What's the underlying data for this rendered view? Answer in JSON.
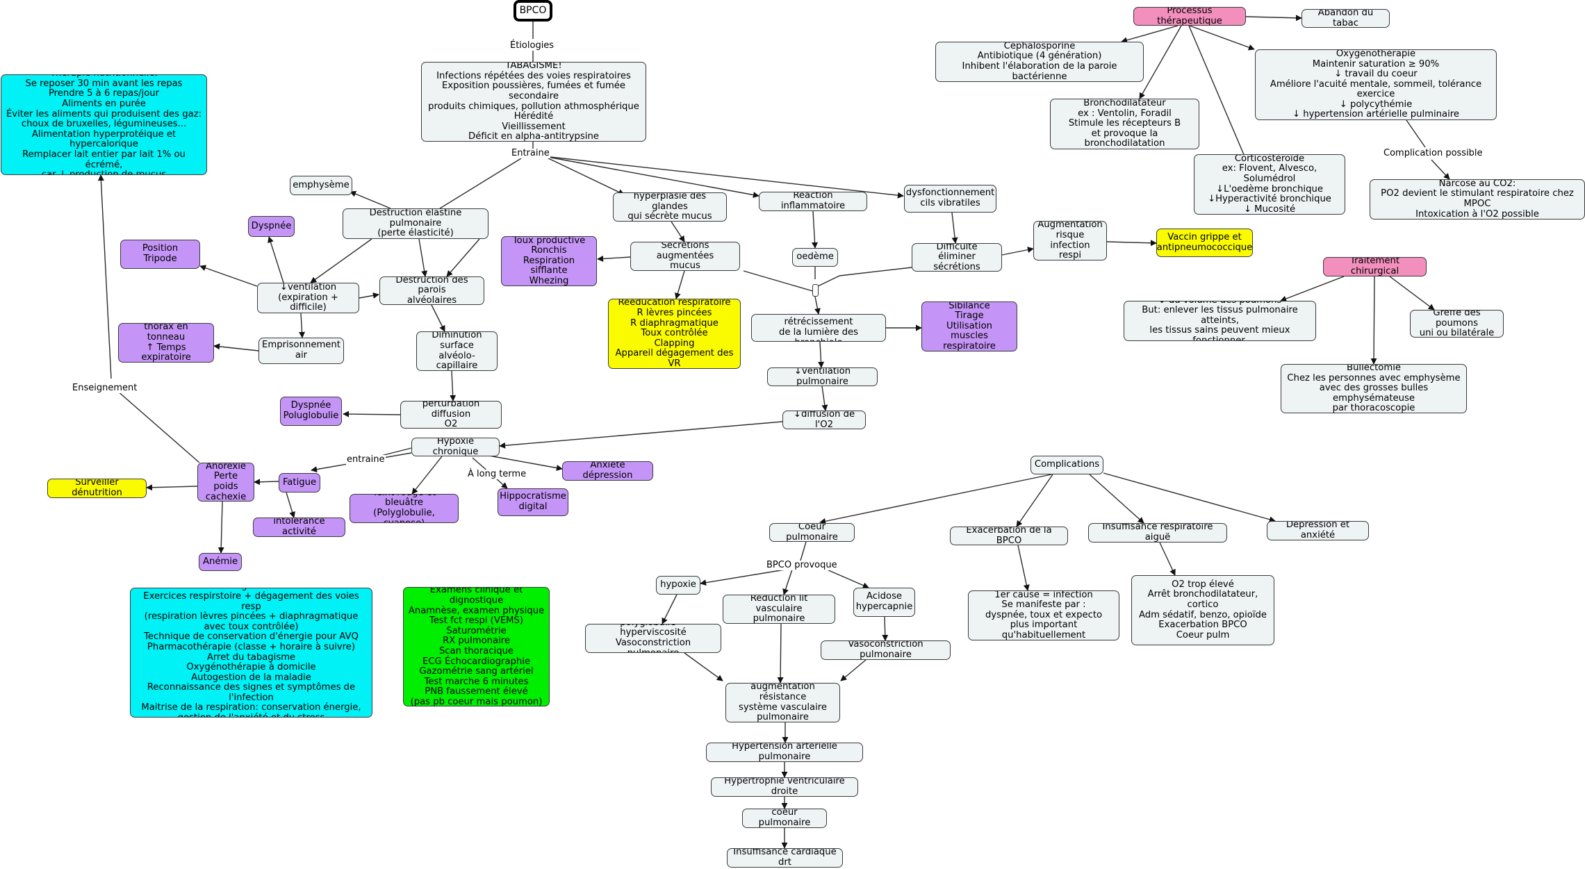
{
  "colors": {
    "node_default": "#eef3f4",
    "purple": "#c495f6",
    "cyan": "#00f2f6",
    "yellow": "#fbfb00",
    "green": "#00ee00",
    "pink": "#f28fbd",
    "line": "#2b2b2b"
  },
  "nodes": {
    "bpco": "BPCO",
    "tabagisme": "TABAGISME!\nInfections répétées des voies respiratoires\nExposition poussières, fumées et fumée secondaire\nproduits chimiques, pollution athmosphérique\nHérédité\nVieillissement\nDéficit en alpha-antitrypsine",
    "therapie": "Thérapie nutritionnelle:\nSe reposer 30 min avant les repas\nPrendre 5 à 6 repas/jour\nAliments en purée\nÉviter les aliments qui produisent des gaz:\nchoux de bruxelles, légumineuses...\nAlimentation hyperprotéique et hypercalorique\nRemplacer lait entier par lait 1% ou écrémé,\ncar ↓ production de mucus",
    "emphyseme": "emphysème",
    "destruction_elastine": "Destruction élastine pulmonaire\n(perte élasticité)",
    "dyspnee": "Dyspnée",
    "position_tripode": "Position Tripode",
    "ventilation": "↓ventilation\n(expiration + difficile)",
    "destruction_parois": "Destruction des parois\nalvéolaires",
    "thorax": "thorax en\ntonneau\n↑ Temps expiratoire",
    "emprisonnement": "Emprisonnement\nair",
    "diminution": "Diminution\nsurface\nalvéolo-capillaire",
    "dyspnee_poly": "Dyspnée\nPoluglobulie",
    "perturbation": "perturbation diffusion\nO2",
    "hypoxie_chronique": "Hypoxie chronique",
    "anorexie": "Anorexie\nPerte poids\ncachexie",
    "fatigue": "Fatigue",
    "surveiller": "Surveiller dénutrition",
    "intolerance": "intolérance activité",
    "anemie": "Anémie",
    "teint": "Teint rouge et bleuâtre\n(Polyglobulie, cyanose)",
    "hippocratisme": "Hippocratisme\ndigital",
    "anxiete": "Anxiété dépression",
    "hyperplasie": "hyperplasie des glandes\nqui sécrète mucus",
    "reaction": "Réaction inflammatoire",
    "dysfonctionnement": "dysfonctionnement\ncils vibratiles",
    "toux": "Toux productive\nRonchis\nRespiration sifflante\nWhezing",
    "secretions": "Sécrétions augmentées\nmucus",
    "oedeme": "oedème",
    "difficulte": "Difficulté\néliminer sécrétions",
    "augmentation_risque": "Augmentation\nrisque\ninfection respi",
    "vaccin": "Vaccin grippe et\nantipneumococcique",
    "reeducation": "Rééducation respiratoire\nR lèvres pincées\nR diaphragmatique\nToux contrôlée\nClapping\nAppareil dégagement des VR",
    "obstruction": "Obstruction et rétrécissement\nde la lumière des bronchiole",
    "sibilance": "Sibilance\nTirage\nUtilisation\nmuscles respiratoire",
    "vent_pulm": "↓ventilation pulmonaire",
    "diffusion": "↓diffusion de l'O2",
    "processus": "Processus thérapeutique",
    "abandon": "Abandon du tabac",
    "cephalosporine": "Céphalosporine\nAntibiotique (4 génération)\nInhibent l'élaboration de la paroie bactérienne",
    "oxygeno": "Oxygénothérapie\nMaintenir saturation ≥ 90%\n↓ travail du coeur\nAméliore l'acuité mentale, sommeil, tolérance exercice\n↓ polycythémie\n↓ hypertension artérielle pulminaire",
    "broncho": "Bronchodilatateur\nex : Ventolin, Foradil\nStimule les récepteurs B\net provoque la bronchodilatation",
    "cortico": "Corticostéroïde\nex: Flovent, Alvesco, Solumédrol\n↓L'oedème bronchique\n↓Hyperactivité bronchique\n↓ Mucosité",
    "narcose": "Narcose au CO2:\nPO2 devient le stimulant respiratoire chez MPOC\nIntoxication à l'O2 possible",
    "chirurgical": "Traitement chirurgical",
    "volume": "↓ du volume des poumons\nBut: enlever les tissus pulmonaire atteints,\nles tissus sains peuvent mieux fonctionner.",
    "greffe": "Greffe des poumons\nuni ou bilatérale",
    "bullectomie": "Bullectomie\nChez les personnes avec emphysème\navec des grosses bulles emphysémateuse\npar thoracoscopie",
    "complications": "Complications",
    "coeur_pulm": "Coeur pulmonaire",
    "exacerbation": "Exacerbation de la BPCO",
    "insuffisance_aigue": "Insuffisance respiratoire aiguë",
    "depression": "Dépression et anxiété",
    "cause": "1er cause = infection\nSe manifeste par :\ndyspnée, toux et expecto\nplus important qu'habituellement",
    "o2_trop": "O2 trop élevé\nArrêt bronchodilatateur, cortico\nAdm sédatif, benzo, opioïde\nExacerbation BPCO\nCoeur pulm",
    "hypoxie": "hypoxie",
    "reduction": "Réduction lit vasculaire\npulmonaire",
    "acidose": "Acidose\nhypercapnie",
    "polyglobulie": "polyglobulie = hyperviscosité\nVasoconstriction pulmonaire",
    "vasoconstriction": "Vasoconstriction pulmonaire",
    "augmentation_resistance": "augmentation résistance\nsystème vasculaire\npulmonaire",
    "hta_pulm": "Hypertension artérielle pulmonaire",
    "hypertrophie": "Hypertrophie ventriculaire droite",
    "coeur_pulmonaire2": "coeur pulmonaire",
    "insuffisance_cardiaque": "Insuffisance cardiaque drt",
    "enseignement_box": "Enseignement:\nExercices respirstoire + dégagement des voies resp\n(respiration lèvres pincées + diaphragmatique\navec toux contrôlée)\nTechnique de conservation d'énergie pour AVQ\nPharmacothérapie (classe + horaire à suivre)\nArret du tabagisme\nOxygénothérapie à domicile\nAutogestion de la maladie\nReconnaissance des signes et symptômes de l'infection\nMaitrise de la respiration: conservation énergie,\ngestion de l'anxiété et du stress",
    "examens": "Examens clinique et dignostique\nAnamnèse, examen physique\nTest fct respi (VEMS)\nSaturométrie\nRX pulmonaire\nScan thoracique\nECG Échocardiographie\nGazométrie sang artériel\nTest marche 6 minutes\nPNB faussement élevé\n(pas pb coeur mais poumon)"
  },
  "labels": {
    "etiologies": "Étiologies",
    "entraine": "Entraine",
    "enseignement": "Enseignement",
    "entraine2": "entraine",
    "a_long_terme": "À long terme",
    "complication_possible": "Complication possible",
    "bpco_provoque": "BPCO provoque"
  }
}
